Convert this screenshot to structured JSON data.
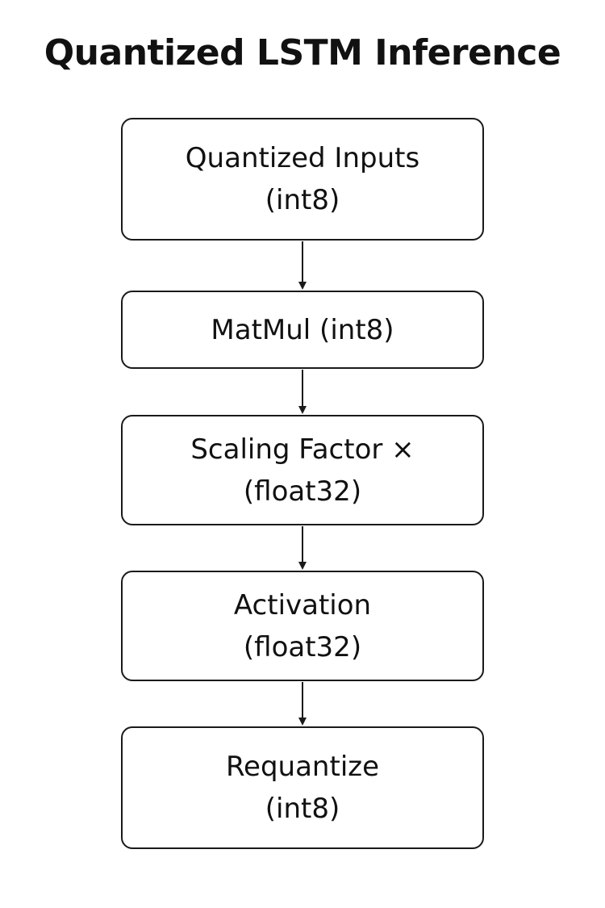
{
  "title": "Quantized LSTM Inference",
  "nodes": [
    {
      "line1": "Quantized Inputs",
      "line2": "(int8)"
    },
    {
      "line1": "MatMul (int8)",
      "line2": ""
    },
    {
      "line1": "Scaling Factor ×",
      "line2": "(float32)"
    },
    {
      "line1": "Activation",
      "line2": "(float32)"
    },
    {
      "line1": "Requantize",
      "line2": "(int8)"
    }
  ],
  "edges": [
    {
      "from": 0,
      "to": 1
    },
    {
      "from": 1,
      "to": 2
    },
    {
      "from": 2,
      "to": 3
    },
    {
      "from": 3,
      "to": 4
    }
  ]
}
